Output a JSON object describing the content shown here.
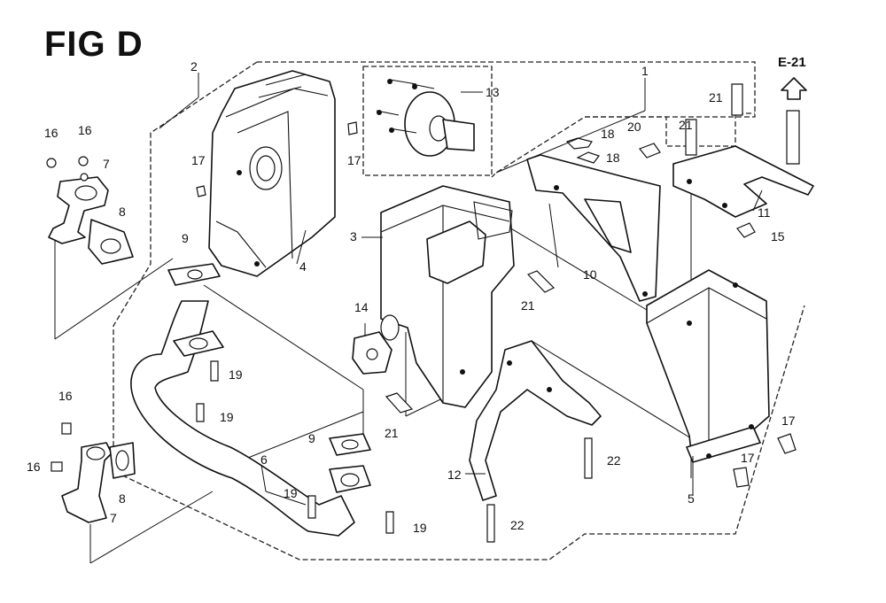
{
  "figure": {
    "title": "FIG D",
    "reference": "E-21"
  },
  "callouts": {
    "c1": "1",
    "c2": "2",
    "c3": "3",
    "c4": "4",
    "c5": "5",
    "c6": "6",
    "c7a": "7",
    "c7b": "7",
    "c8a": "8",
    "c8b": "8",
    "c9a": "9",
    "c9b": "9",
    "c10": "10",
    "c11": "11",
    "c12": "12",
    "c13": "13",
    "c14": "14",
    "c15": "15",
    "c16a": "16",
    "c16b": "16",
    "c16c": "16",
    "c16d": "16",
    "c17a": "17",
    "c17b": "17",
    "c17c": "17",
    "c17d": "17",
    "c18a": "18",
    "c18b": "18",
    "c19a": "19",
    "c19b": "19",
    "c19c": "19",
    "c19d": "19",
    "c20": "20",
    "c21a": "21",
    "c21b": "21",
    "c21c": "21",
    "c21d": "21",
    "c22a": "22",
    "c22b": "22"
  }
}
